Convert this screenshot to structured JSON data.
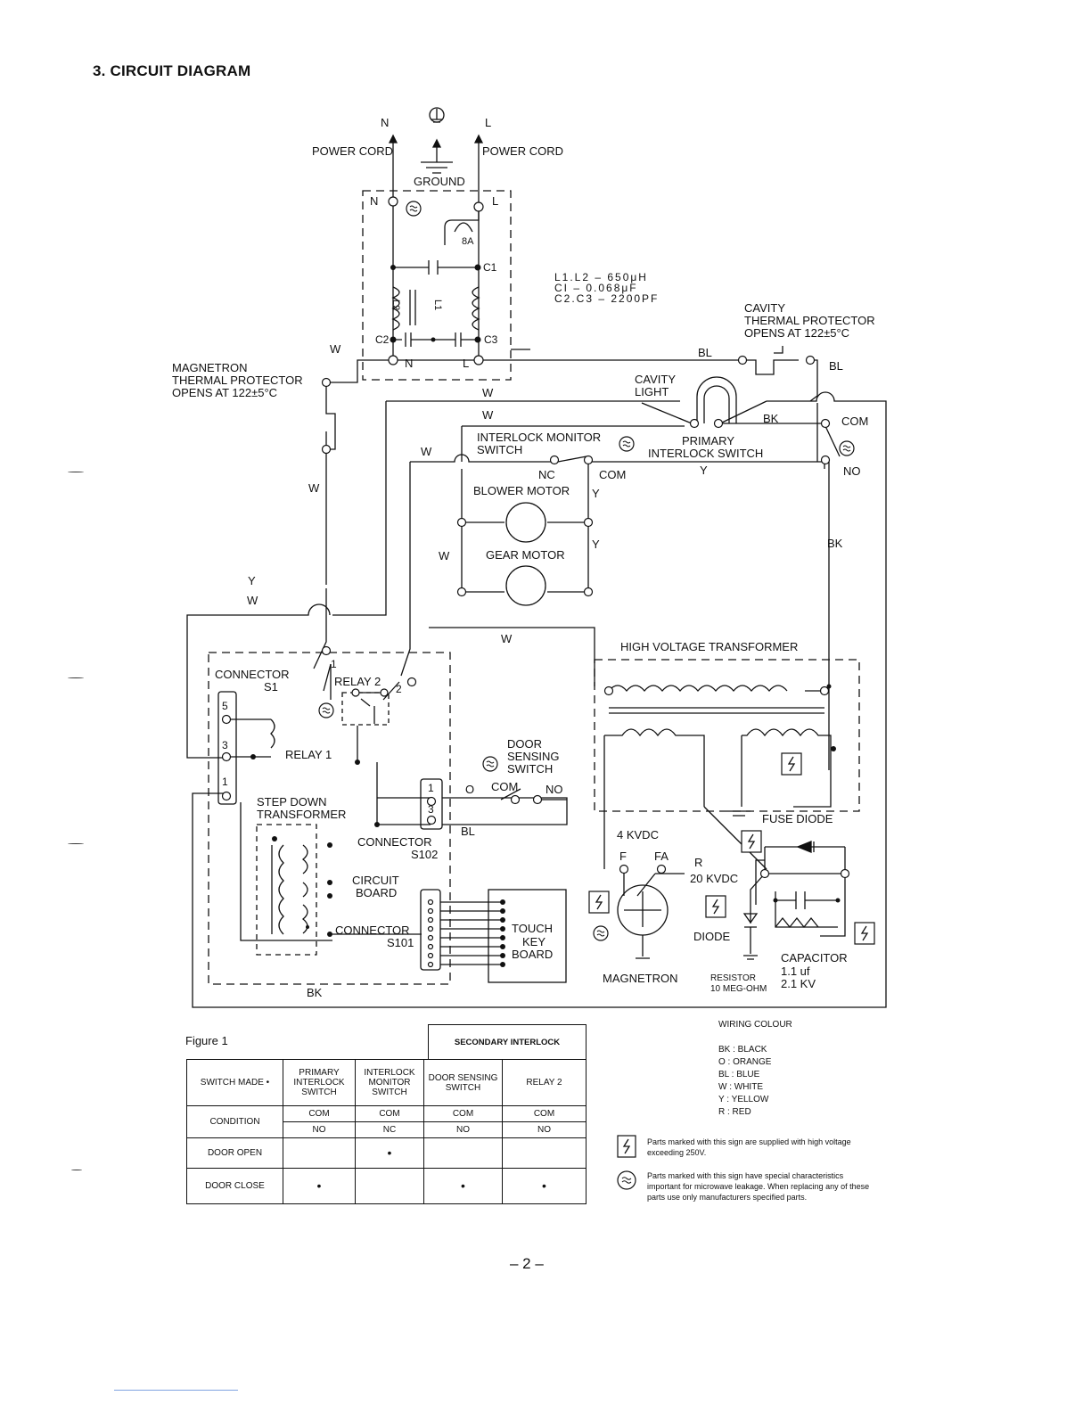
{
  "page": {
    "title": "3.  CIRCUIT DIAGRAM",
    "page_number": "– 2 –"
  },
  "diagram": {
    "labels": {
      "n_top": "N",
      "l_top": "L",
      "power_cord_left": "POWER CORD",
      "power_cord_right": "POWER CORD",
      "ground": "GROUND",
      "n_box": "N",
      "l_box": "L",
      "n_bottom": "N",
      "l_bottom": "L",
      "fuse_8a": "8A",
      "c1": "C1",
      "c2": "C2",
      "c3": "C3",
      "l1": "L1",
      "l2": "L2",
      "spec_l": "L1.L2 – 650μH",
      "spec_c1": "CI – 0.068μF",
      "spec_c23": "C2.C3 – 2200PF",
      "cavity_tp_1": "CAVITY",
      "cavity_tp_2": "THERMAL PROTECTOR",
      "cavity_tp_3": "OPENS AT 122±5°C",
      "mag_tp_1": "MAGNETRON",
      "mag_tp_2": "THERMAL PROTECTOR",
      "mag_tp_3": "OPENS AT 122±5°C",
      "cavity_light_1": "CAVITY",
      "cavity_light_2": "LIGHT",
      "w1": "W",
      "w2": "W",
      "w3": "W",
      "w4": "W",
      "w5": "W",
      "w6": "W",
      "w7": "W",
      "w8": "W",
      "bl1": "BL",
      "bl2": "BL",
      "bl3": "BL",
      "bk1": "BK",
      "bk2": "BK",
      "bk3": "BK",
      "y1": "Y",
      "y2": "Y",
      "y3": "Y",
      "y4": "Y",
      "com1": "COM",
      "no1": "NO",
      "interlock_monitor_1": "INTERLOCK MONITOR",
      "interlock_monitor_2": "SWITCH",
      "primary_1": "PRIMARY",
      "primary_2": "INTERLOCK SWITCH",
      "nc": "NC",
      "com2": "COM",
      "blower_motor": "BLOWER MOTOR",
      "gear_motor": "GEAR MOTOR",
      "hvt": "HIGH VOLTAGE TRANSFORMER",
      "connector_s1_1": "CONNECTOR",
      "connector_s1_2": "S1",
      "relay2": "RELAY 2",
      "relay1": "RELAY 1",
      "r2_1": "1",
      "r2_2": "2",
      "pin5": "5",
      "pin3": "3",
      "pin1": "1",
      "s102_pin1": "1",
      "s102_pin3": "3",
      "door_sensing_1": "DOOR",
      "door_sensing_2": "SENSING",
      "door_sensing_3": "SWITCH",
      "ds_o": "O",
      "ds_com": "COM",
      "ds_no": "NO",
      "step_down_1": "STEP DOWN",
      "step_down_2": "TRANSFORMER",
      "connector_s102_1": "CONNECTOR",
      "connector_s102_2": "S102",
      "circuit_board_1": "CIRCUIT",
      "circuit_board_2": "BOARD",
      "connector_s101_1": "CONNECTOR",
      "connector_s101_2": "S101",
      "touch_1": "TOUCH",
      "touch_2": "KEY",
      "touch_3": "BOARD",
      "fuse_diode": "FUSE DIODE",
      "kvdc4": "4 KVDC",
      "f": "F",
      "fa": "FA",
      "r": "R",
      "kvdc20": "20 KVDC",
      "diode": "DIODE",
      "capacitor": "CAPACITOR",
      "cap_val1": "1.1 uf",
      "cap_val2": "2.1 KV",
      "resistor_1": "RESISTOR",
      "resistor_2": "10 MEG-OHM",
      "magnetron": "MAGNETRON"
    }
  },
  "figure_label": "Figure 1",
  "switch_table": {
    "group_header": "SECONDARY INTERLOCK",
    "header": {
      "switch_made": "SWITCH MADE •",
      "primary": "PRIMARY INTERLOCK SWITCH",
      "monitor": "INTERLOCK MONITOR SWITCH",
      "door_sensing": "DOOR SENSING SWITCH",
      "relay2": "RELAY 2"
    },
    "condition": {
      "label": "CONDITION",
      "row1": [
        "COM",
        "COM",
        "COM",
        "COM"
      ],
      "row2": [
        "NO",
        "NC",
        "NO",
        "NO"
      ]
    },
    "door_open": {
      "label": "DOOR OPEN",
      "marks": [
        "",
        "•",
        "",
        ""
      ]
    },
    "door_close": {
      "label": "DOOR CLOSE",
      "marks": [
        "•",
        "",
        "•",
        "•"
      ]
    }
  },
  "wiring_colour": {
    "title": "WIRING COLOUR",
    "items": [
      "BK : BLACK",
      "O   : ORANGE",
      "BL : BLUE",
      "W  : WHITE",
      "Y   : YELLOW",
      "R   : RED"
    ]
  },
  "notes": {
    "hv_sign": "Parts marked with this sign are supplied with high voltage exceeding 250V.",
    "leak_sign": "Parts marked with this sign have special characteristics important for microwave leakage. When replacing any of these parts use only manufacturers specified parts."
  }
}
